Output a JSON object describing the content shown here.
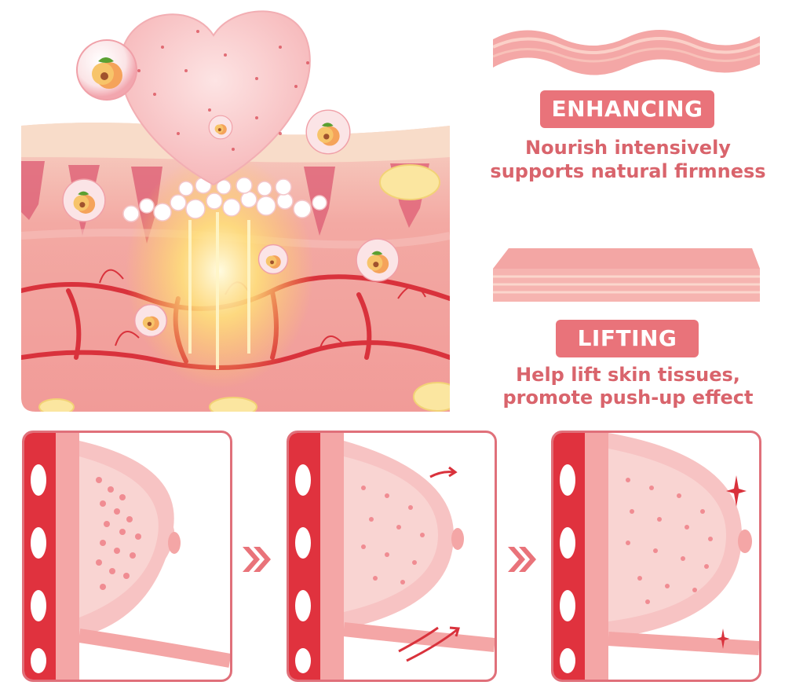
{
  "features": [
    {
      "title": "ENHANCING",
      "line1": "Nourish intensively",
      "line2": "supports natural firmness"
    },
    {
      "title": "LIFTING",
      "line1": "Help lift skin tissues,",
      "line2": "promote push-up effect"
    }
  ],
  "colors": {
    "accent": "#e9737a",
    "text": "#d9646c",
    "panel_border": "#e0707a",
    "skin": "#f6b9b4",
    "vessel": "#d9323c"
  },
  "icons": [
    "peach-icon",
    "heart-soap-icon",
    "chevron-right-icon",
    "sparkle-icon",
    "lift-arrow-icon"
  ]
}
